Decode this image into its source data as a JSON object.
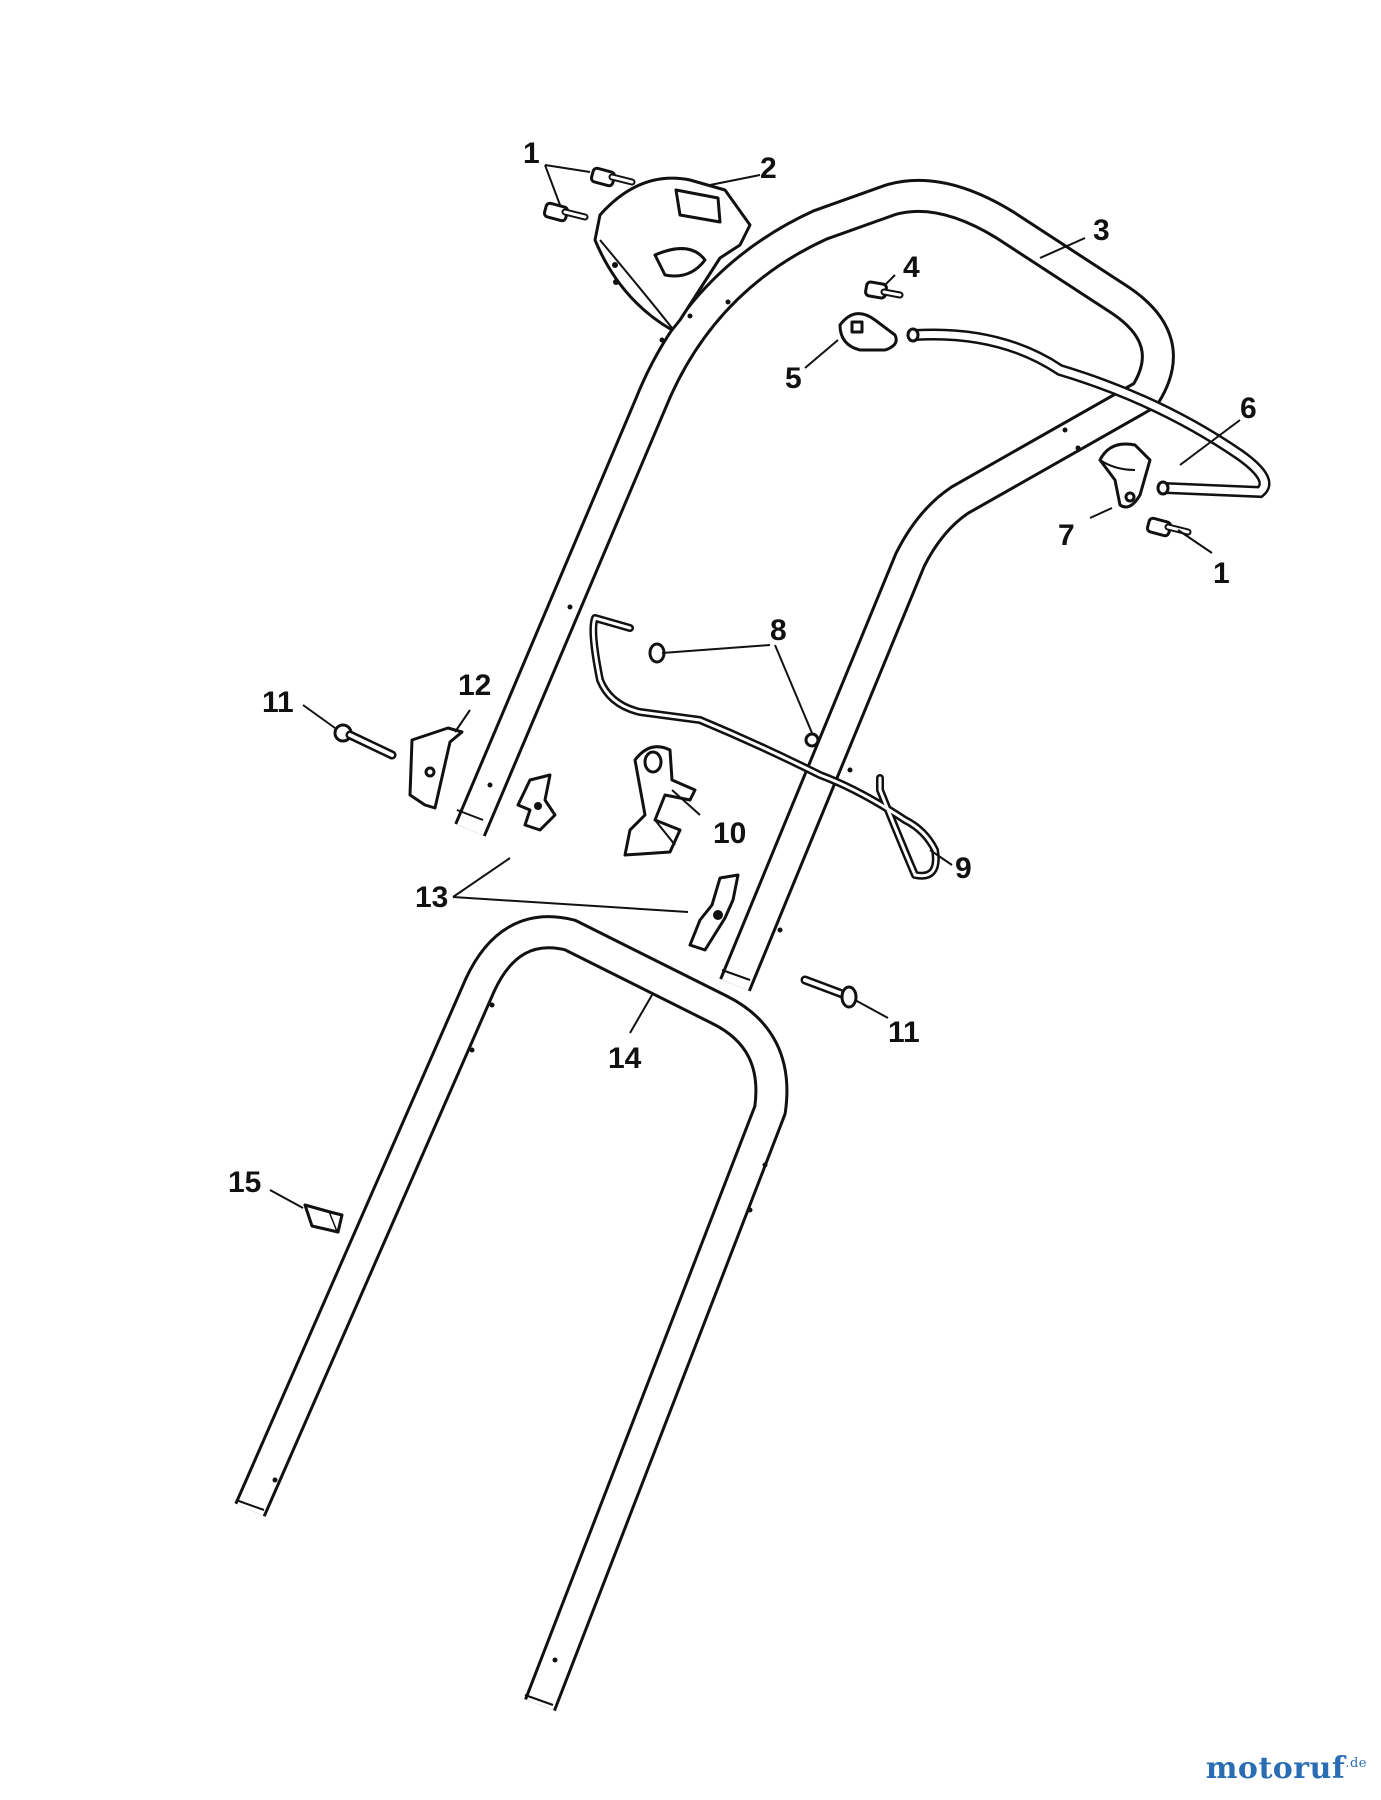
{
  "labels": {
    "p1a": "1",
    "p1b": "1",
    "p2": "2",
    "p3": "3",
    "p4": "4",
    "p5": "5",
    "p6": "6",
    "p7": "7",
    "p8": "8",
    "p9": "9",
    "p10": "10",
    "p11a": "11",
    "p11b": "11",
    "p12": "12",
    "p13": "13",
    "p14": "14",
    "p15": "15"
  },
  "watermark": {
    "main": "motoruf",
    "suffix": ".de"
  },
  "colors": {
    "ink": "#111111",
    "logo_m": "#2a6db5",
    "logo_o": "#e2a400",
    "logo_rest": "#2a6db5"
  }
}
